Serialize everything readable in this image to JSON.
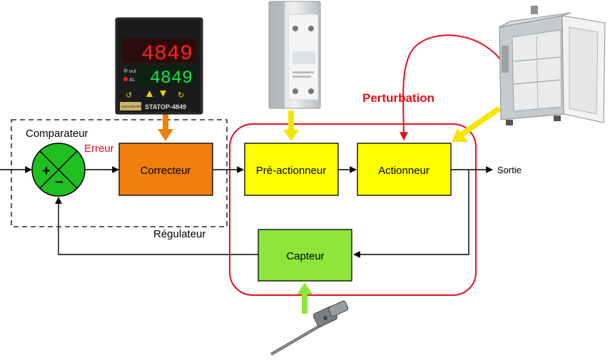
{
  "blocks": {
    "correcteur": "Correcteur",
    "pre_actionneur": "Pré-actionneur",
    "actionneur": "Actionneur",
    "capteur": "Capteur"
  },
  "labels": {
    "comparateur": "Comparateur",
    "erreur": "Erreur",
    "regulateur": "Régulateur",
    "perturbation": "Perturbation",
    "sortie": "Sortie",
    "plus": "+",
    "minus": "−"
  },
  "controller_device": {
    "display_top": "4849",
    "display_bottom": "4849",
    "led_out": "out",
    "led_al": "AL",
    "brand": "CHAUVIN ARNOUX",
    "model": "STATOP-4849"
  },
  "colors": {
    "correcteur_fill": "#f07f0c",
    "yellow_fill": "#ffff00",
    "capteur_fill": "#8ee63c",
    "summing_fill": "#1fbf1f",
    "process_outline": "#e8101a",
    "perturbation_text": "#e8101a",
    "erreur_text": "#e8101a",
    "orange_arrow": "#f07f0c",
    "yellow_arrow": "#f5e600",
    "green_arrow": "#8ee63c"
  }
}
